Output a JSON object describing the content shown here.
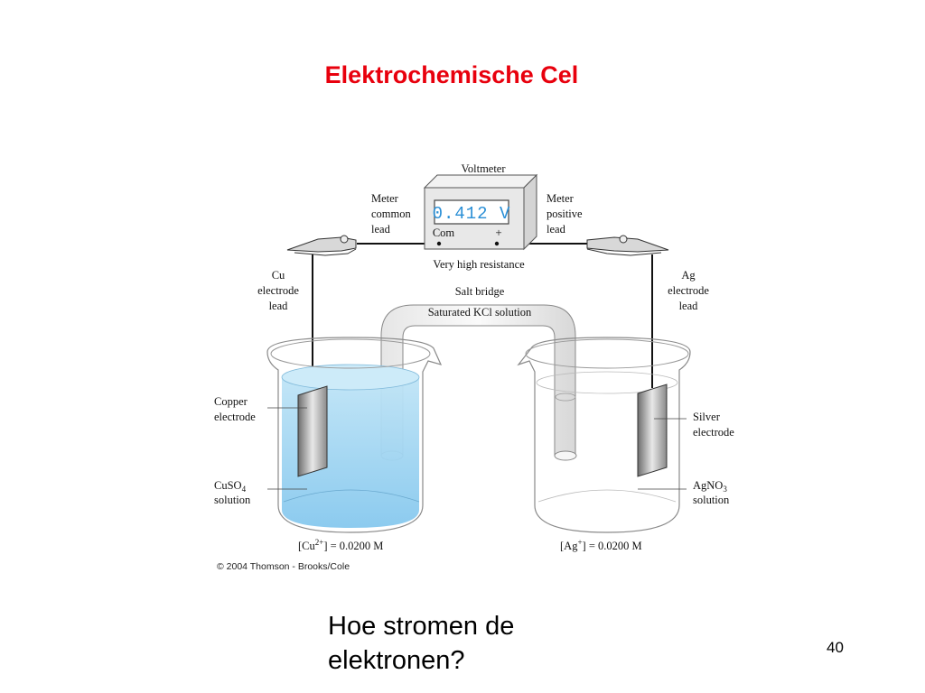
{
  "slide": {
    "title": "Elektrochemische Cel",
    "question_line1": "Hoe stromen de",
    "question_line2": "elektronen?",
    "page_number": "40"
  },
  "colors": {
    "title": "#e8000d",
    "solution_blue": "#9fd6f2",
    "display_text": "#2a8fd6"
  },
  "diagram": {
    "voltmeter_title": "Voltmeter",
    "display_value": "0.412 V",
    "com_label": "Com",
    "plus_label": "+",
    "resistance_label": "Very high resistance",
    "left_meter_label": [
      "Meter",
      "common",
      "lead"
    ],
    "right_meter_label": [
      "Meter",
      "positive",
      "lead"
    ],
    "cu_lead_label": [
      "Cu",
      "electrode",
      "lead"
    ],
    "ag_lead_label": [
      "Ag",
      "electrode",
      "lead"
    ],
    "salt_bridge_label": "Salt bridge",
    "salt_bridge_solution": "Saturated KCl solution",
    "copper_electrode_label": [
      "Copper",
      "electrode"
    ],
    "silver_electrode_label": [
      "Silver",
      "electrode"
    ],
    "cuso4_label_main": "CuSO",
    "cuso4_label_sub": "4",
    "cuso4_label_line2": "solution",
    "agno3_label_main": "AgNO",
    "agno3_label_sub": "3",
    "agno3_label_line2": "solution",
    "cu_conc_pre": "[Cu",
    "cu_conc_sup": "2+",
    "cu_conc_post": "] = 0.0200 M",
    "ag_conc_pre": "[Ag",
    "ag_conc_sup": "+",
    "ag_conc_post": "] = 0.0200 M",
    "copyright": "© 2004 Thomson - Brooks/Cole"
  }
}
